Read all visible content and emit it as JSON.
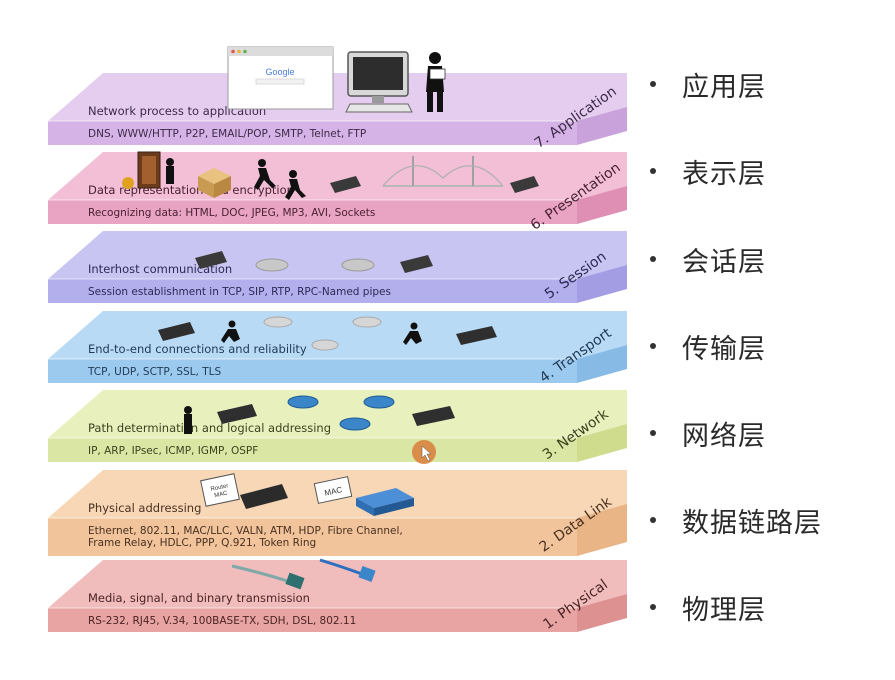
{
  "layers": [
    {
      "number_label": "7. Application",
      "title": "Network process to application",
      "protocols": [
        "DNS, WWW/HTTP, P2P, EMAIL/POP, SMTP, Telnet, FTP"
      ],
      "colors": {
        "top": "#e5cdf0",
        "front": "#d6b3e6",
        "side": "#c9a2dc",
        "text": "#3c2a48"
      }
    },
    {
      "number_label": "6. Presentation",
      "title": "Data representation and encryption",
      "protocols": [
        "Recognizing data: HTML, DOC, JPEG, MP3, AVI, Sockets"
      ],
      "colors": {
        "top": "#f2bfd6",
        "front": "#e9a3c3",
        "side": "#de8fb3",
        "text": "#4a2233"
      }
    },
    {
      "number_label": "5. Session",
      "title": "Interhost communication",
      "protocols": [
        "Session establishment in TCP, SIP, RTP, RPC-Named pipes"
      ],
      "colors": {
        "top": "#c9c5f3",
        "front": "#b3aeec",
        "side": "#a39de4",
        "text": "#2c2a55"
      }
    },
    {
      "number_label": "4. Transport",
      "title": "End-to-end connections and reliability",
      "protocols": [
        "TCP, UDP, SCTP, SSL, TLS"
      ],
      "colors": {
        "top": "#b9daf5",
        "front": "#9cc9ee",
        "side": "#87bbe6",
        "text": "#1f3a55"
      }
    },
    {
      "number_label": "3. Network",
      "title": "Path determination and logical addressing",
      "protocols": [
        "IP, ARP, IPsec, ICMP, IGMP, OSPF"
      ],
      "colors": {
        "top": "#e8f0bd",
        "front": "#dae6a3",
        "side": "#cfdc8e",
        "text": "#3b4220"
      }
    },
    {
      "number_label": "2. Data Link",
      "title": "Physical addressing",
      "protocols": [
        "Ethernet, 802.11, MAC/LLC, VALN, ATM, HDP, Fibre Channel,",
        "Frame Relay, HDLC,  PPP, Q.921, Token Ring"
      ],
      "colors": {
        "top": "#f7d7b6",
        "front": "#f1c49b",
        "side": "#e9b587",
        "text": "#4a3120"
      }
    },
    {
      "number_label": "1. Physical",
      "title": "Media, signal, and binary transmission",
      "protocols": [
        "RS-232, RJ45, V.34, 100BASE-TX, SDH, DSL, 802.11"
      ],
      "colors": {
        "top": "#f1bcbc",
        "front": "#e8a3a3",
        "side": "#dd9191",
        "text": "#4a2424"
      }
    }
  ],
  "chinese_labels": [
    "应用层",
    "表示层",
    "会话层",
    "传输层",
    "网络层",
    "数据链路层",
    "物理层"
  ],
  "icon_labels": {
    "browser_logo": "Google",
    "router_mac_tag": "Router\nMAC",
    "mac_tag": "MAC"
  },
  "icons": [
    "browser-window-icon",
    "desktop-computer-icon",
    "person-envelope-icon",
    "doorway-person-icon",
    "package-icon",
    "running-person-icon",
    "wireless-router-icon",
    "bridge-icon",
    "router-disc-icon",
    "switch-icon",
    "fiber-cable-icon",
    "ethernet-cable-icon",
    "cursor-icon"
  ],
  "accent_colors": {
    "router_blue": "#3a86c9",
    "cursor_orange": "#d9823f",
    "dark_device": "#2f2f2f"
  }
}
